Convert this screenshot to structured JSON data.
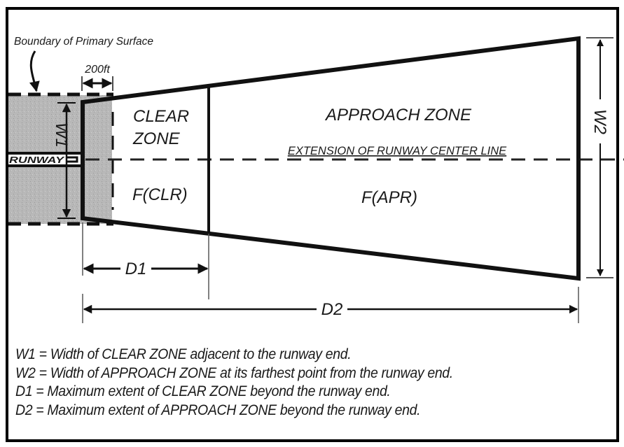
{
  "diagram": {
    "boundary_label": "Boundary of Primary Surface",
    "offset_label": "200ft",
    "runway_label": "RUNWAY",
    "w1_label": "W1",
    "w2_label": "W2",
    "d1_label": "D1",
    "d2_label": "D2",
    "clear_zone": {
      "title_line1": "CLEAR",
      "title_line2": "ZONE",
      "function_label": "F(CLR)"
    },
    "approach_zone": {
      "title": "APPROACH ZONE",
      "function_label": "F(APR)"
    },
    "centerline_label": "EXTENSION OF RUNWAY CENTER LINE",
    "colors": {
      "primary_surface_fill": "#b4b4b4",
      "line": "#111111"
    }
  },
  "legend": [
    "W1 = Width of CLEAR ZONE adjacent to the runway end.",
    "W2 = Width of APPROACH ZONE at its farthest point from the runway end.",
    "D1 = Maximum extent of CLEAR ZONE beyond the runway end.",
    "D2 = Maximum extent of APPROACH ZONE beyond the runway end."
  ]
}
